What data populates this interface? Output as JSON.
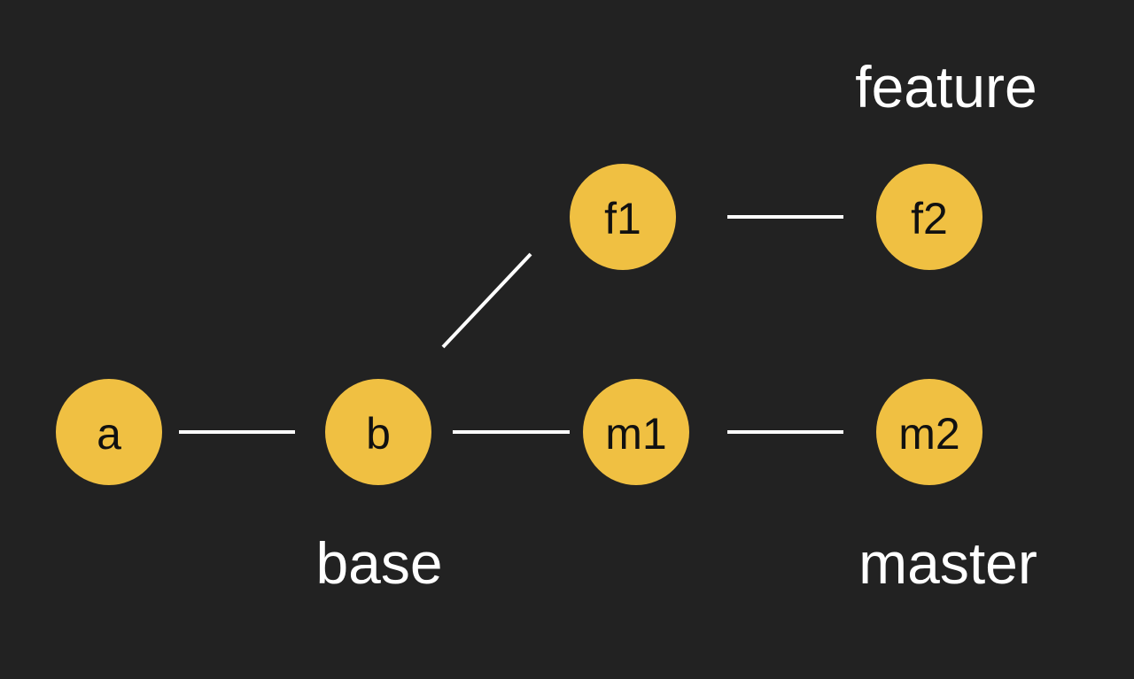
{
  "colors": {
    "background": "#222222",
    "node_fill": "#f0c042",
    "node_text": "#111111",
    "edge": "#ffffff",
    "branch_label": "#ffffff"
  },
  "nodes": {
    "a": "a",
    "b": "b",
    "m1": "m1",
    "m2": "m2",
    "f1": "f1",
    "f2": "f2"
  },
  "branch_labels": {
    "feature": "feature",
    "base": "base",
    "master": "master"
  }
}
